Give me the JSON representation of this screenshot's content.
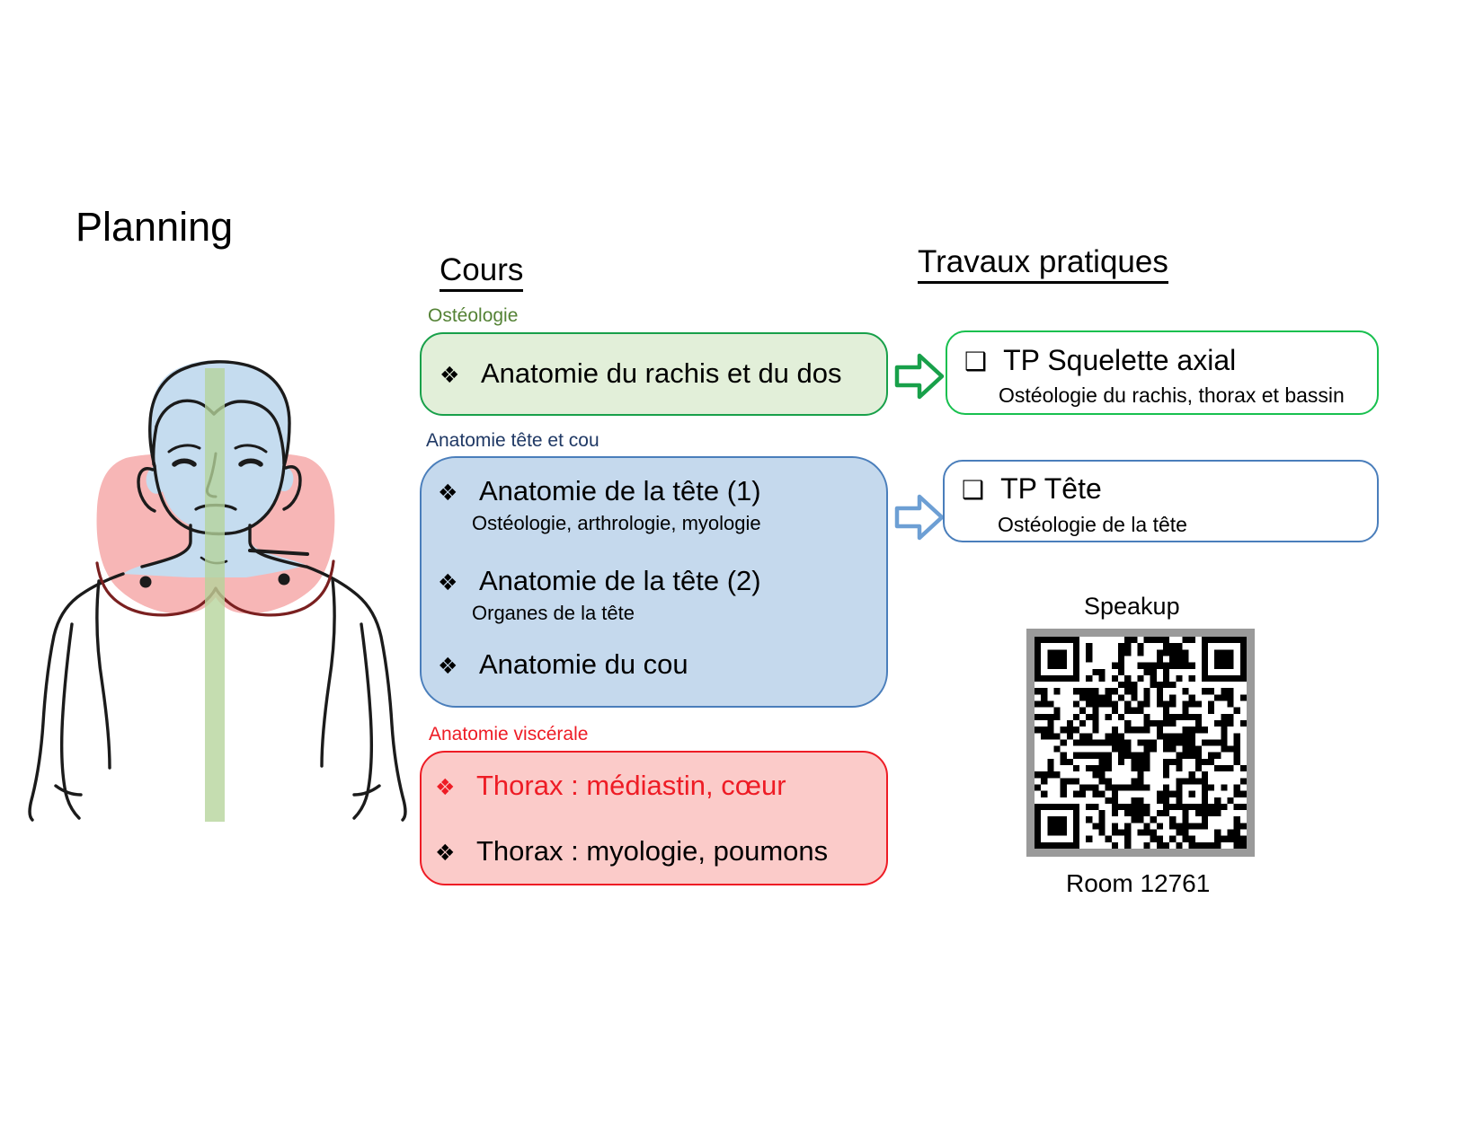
{
  "slide": {
    "title": "Planning"
  },
  "columns": {
    "cours_heading": "Cours",
    "tp_heading": "Travaux pratiques"
  },
  "categories": {
    "osteologie": {
      "label": "Ostéologie",
      "color": "#548235"
    },
    "tete_et_cou": {
      "label": "Anatomie tête et cou",
      "color": "#1f3864"
    },
    "viscerale": {
      "label": "Anatomie viscérale",
      "color": "#ee1c25"
    }
  },
  "course_boxes": [
    {
      "id": "osteologie",
      "fill": "#e2efd9",
      "border": "#18a04a",
      "items": [
        {
          "bullet": "bullet-diamond-cluster",
          "text": "Anatomie du rachis et du dos",
          "sub": ""
        }
      ]
    },
    {
      "id": "tete_et_cou",
      "fill": "#c5d9ed",
      "border": "#4a7ebb",
      "items": [
        {
          "bullet": "bullet-diamond-cluster",
          "text": "Anatomie de la tête (1)",
          "sub": "Ostéologie, arthrologie, myologie"
        },
        {
          "bullet": "bullet-diamond-cluster",
          "text": "Anatomie de la tête (2)",
          "sub": "Organes de la tête"
        },
        {
          "bullet": "bullet-diamond-cluster",
          "text": "Anatomie du cou",
          "sub": ""
        }
      ]
    },
    {
      "id": "viscerale",
      "fill": "#fbcbc9",
      "border": "#ee1c25",
      "items": [
        {
          "bullet": "bullet-diamond-cluster",
          "text": "Thorax : médiastin, cœur",
          "sub": "",
          "color": "#ee1c25"
        },
        {
          "bullet": "bullet-diamond-cluster",
          "text": "Thorax : myologie, poumons",
          "sub": "",
          "color": "#000000"
        }
      ]
    }
  ],
  "tp_boxes": [
    {
      "id": "tp-squelette-axial",
      "border": "#18c04f",
      "arrow_color": "#18a04a",
      "bullet": "square-bullet",
      "title": "TP Squelette axial",
      "sub": "Ostéologie du rachis, thorax et bassin"
    },
    {
      "id": "tp-tete",
      "border": "#4a7ebb",
      "arrow_color": "#6d9fd4",
      "bullet": "square-bullet",
      "title": "TP Tête",
      "sub": "Ostéologie de la tête"
    }
  ],
  "speakup": {
    "label": "Speakup",
    "room": "Room 12761",
    "qr_frame_color": "#9a9a9a"
  },
  "glyphs": {
    "bullet_diamond": "❖",
    "square_bullet": "❑"
  },
  "figure": {
    "name": "anatomy-torso-illustration",
    "head_fill": "#c5dcef",
    "chest_fill": "#f7b6b6",
    "stripe_fill": "#b5d49a",
    "outline": "#1b1b1b"
  }
}
